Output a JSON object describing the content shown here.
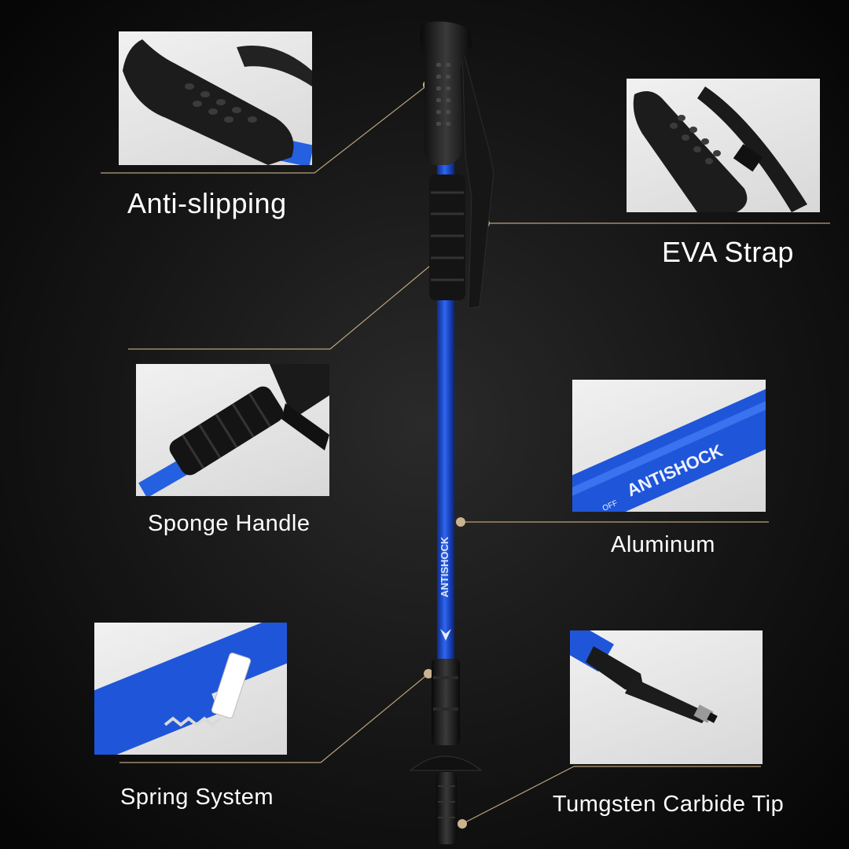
{
  "features": {
    "anti_slipping": "Anti-slipping",
    "eva_strap": "EVA Strap",
    "sponge_handle": "Sponge Handle",
    "aluminum": "Aluminum",
    "spring_system": "Spring System",
    "tip": "Tumgsten Carbide Tip"
  },
  "shaft_text": {
    "antishock": "ANTISHOCK",
    "off": "OFF"
  },
  "colors": {
    "shaft_blue": "#1f4fd0",
    "grip_black": "#1b1b1b",
    "leader_line": "#b8a27c",
    "dot": "#c9b48f"
  }
}
